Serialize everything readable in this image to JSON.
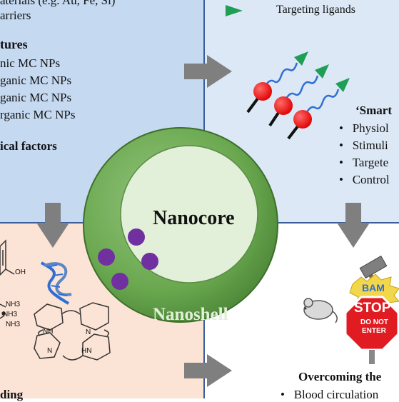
{
  "top_left": {
    "line1": "aterials (e.g. Au, Fe, Si)",
    "line2": "arriers",
    "heading": "tures",
    "items": [
      "nic MC NPs",
      "ganic MC NPs",
      "ganic MC NPs",
      "rganic MC NPs"
    ],
    "footer": "ical factors"
  },
  "top_right": {
    "legend_label": "Targeting ligands",
    "heading": "‘Smart",
    "bullets": [
      "Physiol",
      "Stimuli",
      "Targete",
      "Control"
    ]
  },
  "center": {
    "core_label": "Nanocore",
    "shell_label": "Nanoshell"
  },
  "bottom_left": {
    "oh_label": "OH",
    "nh3_labels": [
      "NH3",
      "NH3",
      "NH3"
    ],
    "porphyrin_nh": [
      "NH",
      "HN"
    ],
    "porphyrin_n": [
      "N",
      "N"
    ],
    "footer": "ding"
  },
  "bottom_right": {
    "sign_top": "BAM",
    "sign_stop": "STOP",
    "sign_line1": "DO NOT",
    "sign_line2": "ENTER",
    "heading": "Overcoming the",
    "bullet": "Blood circulation"
  },
  "colors": {
    "panel_top_left": "#c5d9f1",
    "panel_top_right": "#dce8f6",
    "panel_bottom_left": "#fbe3d6",
    "shell_green": "#6aa84f",
    "core_green": "#e2efd9",
    "nanoshell_text": "#e2efd9",
    "purple_dot": "#7030a0",
    "ligand_red": "#ff0000",
    "ligand_blue": "#2f6fd4",
    "ligand_green": "#1f9e55",
    "arrow_gray": "#7f7f7f",
    "stop_red": "#e11b22"
  }
}
